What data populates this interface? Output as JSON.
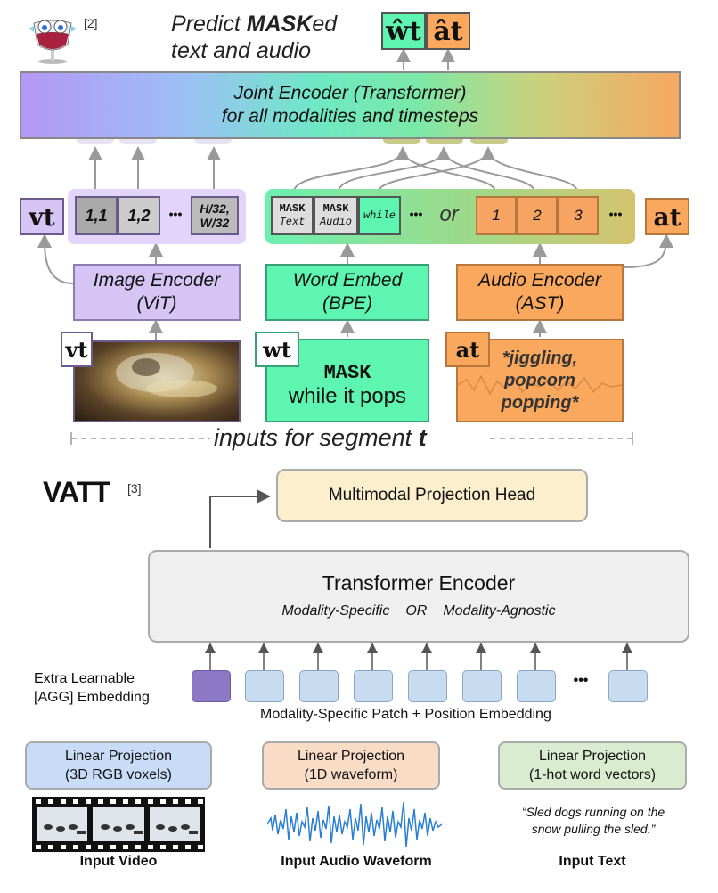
{
  "merlot": {
    "ref": "[2]",
    "predict_line1": "Predict ",
    "predict_masked": "MASK",
    "predict_ed": "ed",
    "predict_line2": "text and audio",
    "w_hat": "ŵt",
    "a_hat": "ât",
    "joint_encoder_line1": "Joint Encoder (Transformer)",
    "joint_encoder_line2": "for all modalities and timesteps",
    "v_token": "vt",
    "img_tokens": [
      "1,1",
      "1,2",
      "H/32,\nW/32"
    ],
    "ellipsis": "•••",
    "mask_text_1": "MASK",
    "mask_text_2": "Text",
    "mask_audio_1": "MASK",
    "mask_audio_2": "Audio",
    "while_token": "while",
    "or_label": "or",
    "audio_tokens": [
      "1",
      "2",
      "3"
    ],
    "a_token": "at",
    "image_encoder": "Image Encoder\n(ViT)",
    "word_embed": "Word Embed\n(BPE)",
    "audio_encoder": "Audio Encoder\n(AST)",
    "v_input_label": "vt",
    "w_input_label": "wt",
    "a_input_label": "at",
    "text_input_line1": "MASK",
    "text_input_line2": "while it pops",
    "audio_input_text": "*jiggling,\npopcorn\npopping*",
    "segment_label": "inputs for segment ",
    "segment_t": "t"
  },
  "vatt": {
    "title": "VATT",
    "ref": "[3]",
    "projection_head": "Multimodal Projection Head",
    "transformer_title": "Transformer Encoder",
    "transformer_sub_1": "Modality-Specific",
    "transformer_sub_or": "OR",
    "transformer_sub_2": "Modality-Agnostic",
    "agg_label": "Extra Learnable\n[AGG] Embedding",
    "patch_label": "Modality-Specific Patch + Position Embedding",
    "dots": "•••",
    "lp_video": "Linear Projection\n(3D RGB voxels)",
    "lp_audio": "Linear Projection\n(1D waveform)",
    "lp_text": "Linear Projection\n(1-hot word vectors)",
    "text_quote": "“Sled dogs running on the\nsnow pulling the sled.”",
    "input_video": "Input Video",
    "input_audio": "Input Audio Waveform",
    "input_text": "Input Text"
  },
  "colors": {
    "purple": "#d6c4f5",
    "green": "#5ef5b0",
    "orange": "#f9a85e",
    "cream": "#fcefce",
    "grey": "#eeeeee",
    "lp_blue": "#c9dcf7",
    "lp_peach": "#f9dcc6",
    "lp_green": "#d9ecd0",
    "agg": "#8c78c4",
    "patch": "#c7dcf0"
  }
}
